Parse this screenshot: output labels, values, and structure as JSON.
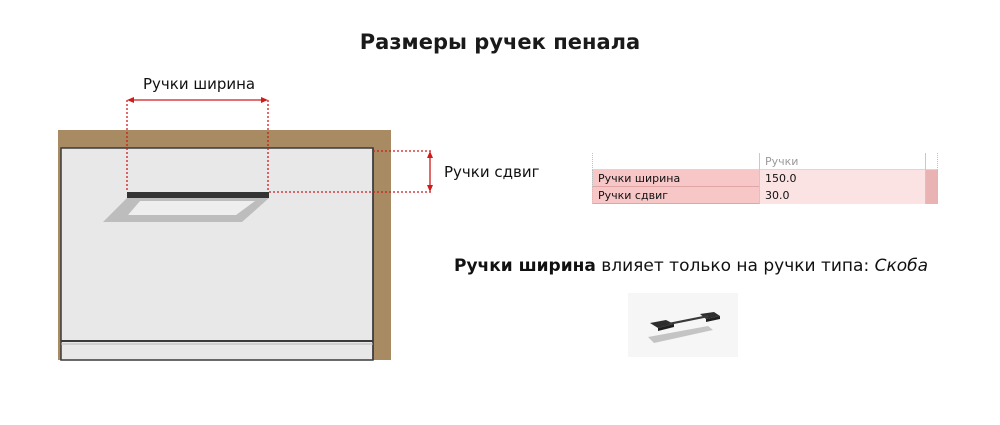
{
  "title": "Размеры ручек пенала",
  "dimensions": {
    "width_label": "Ручки ширина",
    "offset_label": "Ручки сдвиг"
  },
  "properties": {
    "header": "Ручки",
    "rows": [
      {
        "name": "Ручки ширина",
        "value": "150.0"
      },
      {
        "name": "Ручки сдвиг",
        "value": "30.0"
      }
    ]
  },
  "note": {
    "bold": "Ручки ширина",
    "text": " влияет только на ручки типа: ",
    "italic": "Скоба"
  },
  "colors": {
    "frame": "#a88b62",
    "panel": "#e8e8e8",
    "dimension_line": "#d11a1a",
    "highlight": "#f7c7c7",
    "handle": "#333333"
  }
}
